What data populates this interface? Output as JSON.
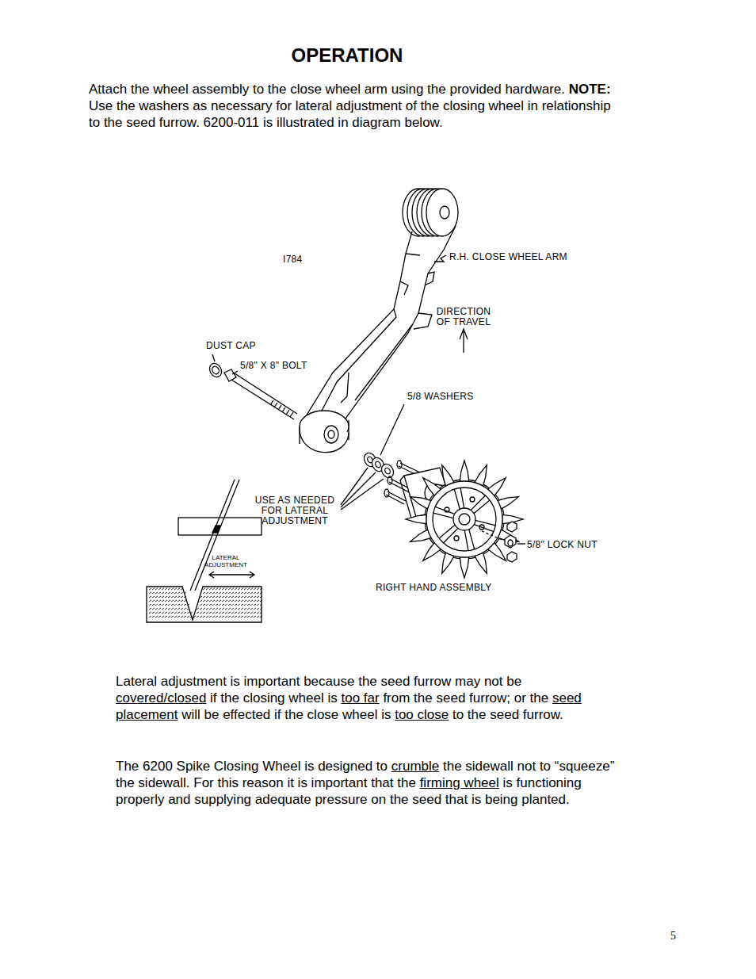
{
  "diagram": {
    "title": "OPERATION",
    "labels": [
      "Attach the wheel assembly to the close wheel arm using the provided hardware.",
      "NOTE:",
      "Use the washers as necessary for lateral adjustment of the closing wheel in relationship to the seed furrow. 6200-011 is illustrated in diagram below.",
      "I784",
      "R.H. CLOSE WHEEL ARM",
      "DIRECTION OF TRAVEL",
      "DUST CAP",
      "5/8\" X 8\" BOLT",
      "5/8 WASHERS",
      "USE AS NEEDED FOR LATERAL ADJUSTMENT",
      "LATERAL ADJUSTMENT",
      "5/8\" LOCK NUT",
      "RIGHT HAND ASSEMBLY",
      "Lateral adjustment is important because the seed furrow may not be",
      "covered/closed",
      "if the closing wheel is",
      "too far",
      "from the seed furrow; or the",
      "seed placement",
      "will be effected if the close wheel is",
      "too close",
      "to the seed furrow.",
      "The 6200 Spike Closing Wheel is designed to",
      "crumble",
      "the sidewall not to “squeeze” the sidewall. For this reason it is important that the",
      "firming wheel",
      "is functioning properly and supplying adequate pressure on the seed that is being planted.",
      "5"
    ]
  }
}
